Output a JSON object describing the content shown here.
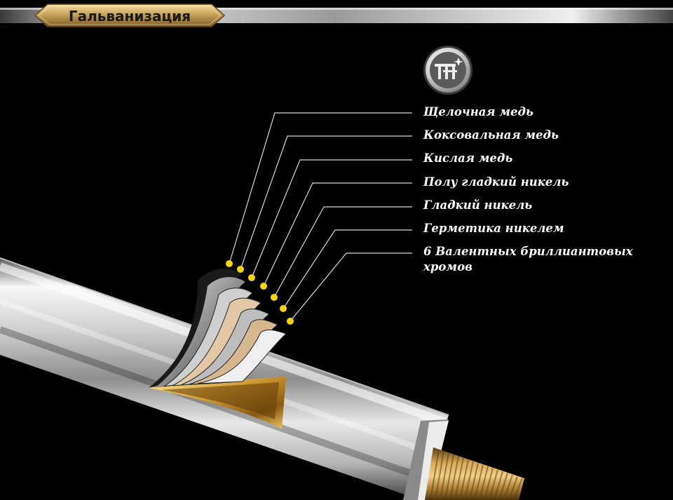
{
  "header": {
    "title": "Гальванизация"
  },
  "logo": {
    "icon": "plating-brand-logo-icon"
  },
  "layers": [
    {
      "label": "Щелочная медь"
    },
    {
      "label": "Коксовальная медь"
    },
    {
      "label": "Кислая медь"
    },
    {
      "label": "Полу гладкий никель"
    },
    {
      "label": "Гладкий никель"
    },
    {
      "label": "Герметика никелем"
    },
    {
      "label": "6 Валентных бриллиантовых хромов"
    }
  ],
  "colors": {
    "background": "#000000",
    "banner_gold": "#c9a45a",
    "marker_yellow": "#ffd400",
    "leader_line": "#d8d8d8",
    "brass": "#b8893f"
  }
}
